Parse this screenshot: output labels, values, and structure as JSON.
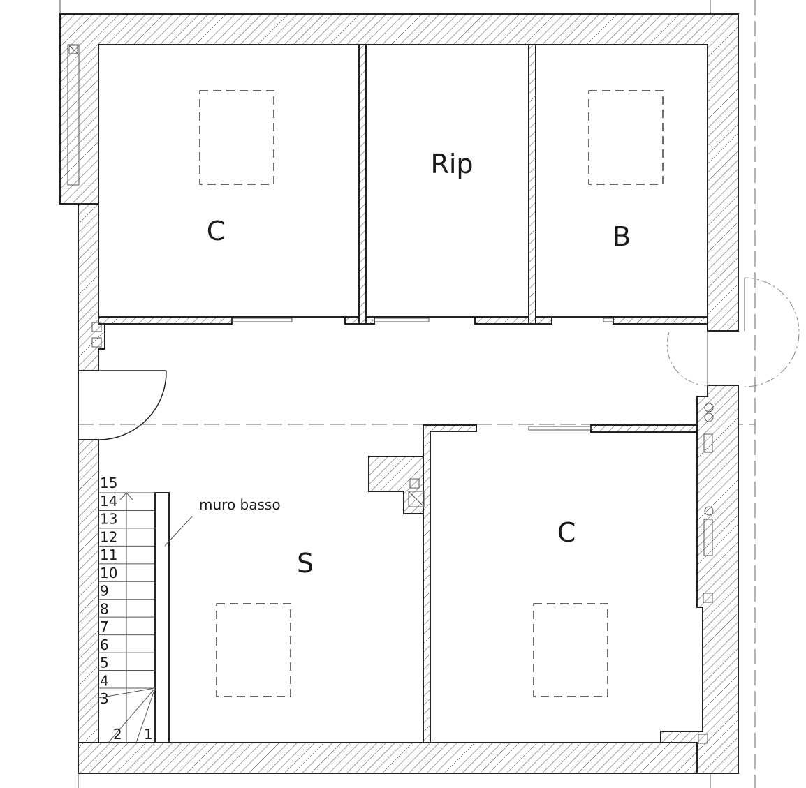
{
  "floor_plan": {
    "rooms": [
      {
        "key": "room_top_left",
        "label": "C"
      },
      {
        "key": "room_storage",
        "label": "Rip"
      },
      {
        "key": "room_bath",
        "label": "B"
      },
      {
        "key": "room_living",
        "label": "S"
      },
      {
        "key": "room_bottom_right",
        "label": "C"
      }
    ],
    "annotation": "muro basso",
    "stair_steps": [
      "1",
      "2",
      "3",
      "4",
      "5",
      "6",
      "7",
      "8",
      "9",
      "10",
      "11",
      "12",
      "13",
      "14",
      "15"
    ]
  }
}
